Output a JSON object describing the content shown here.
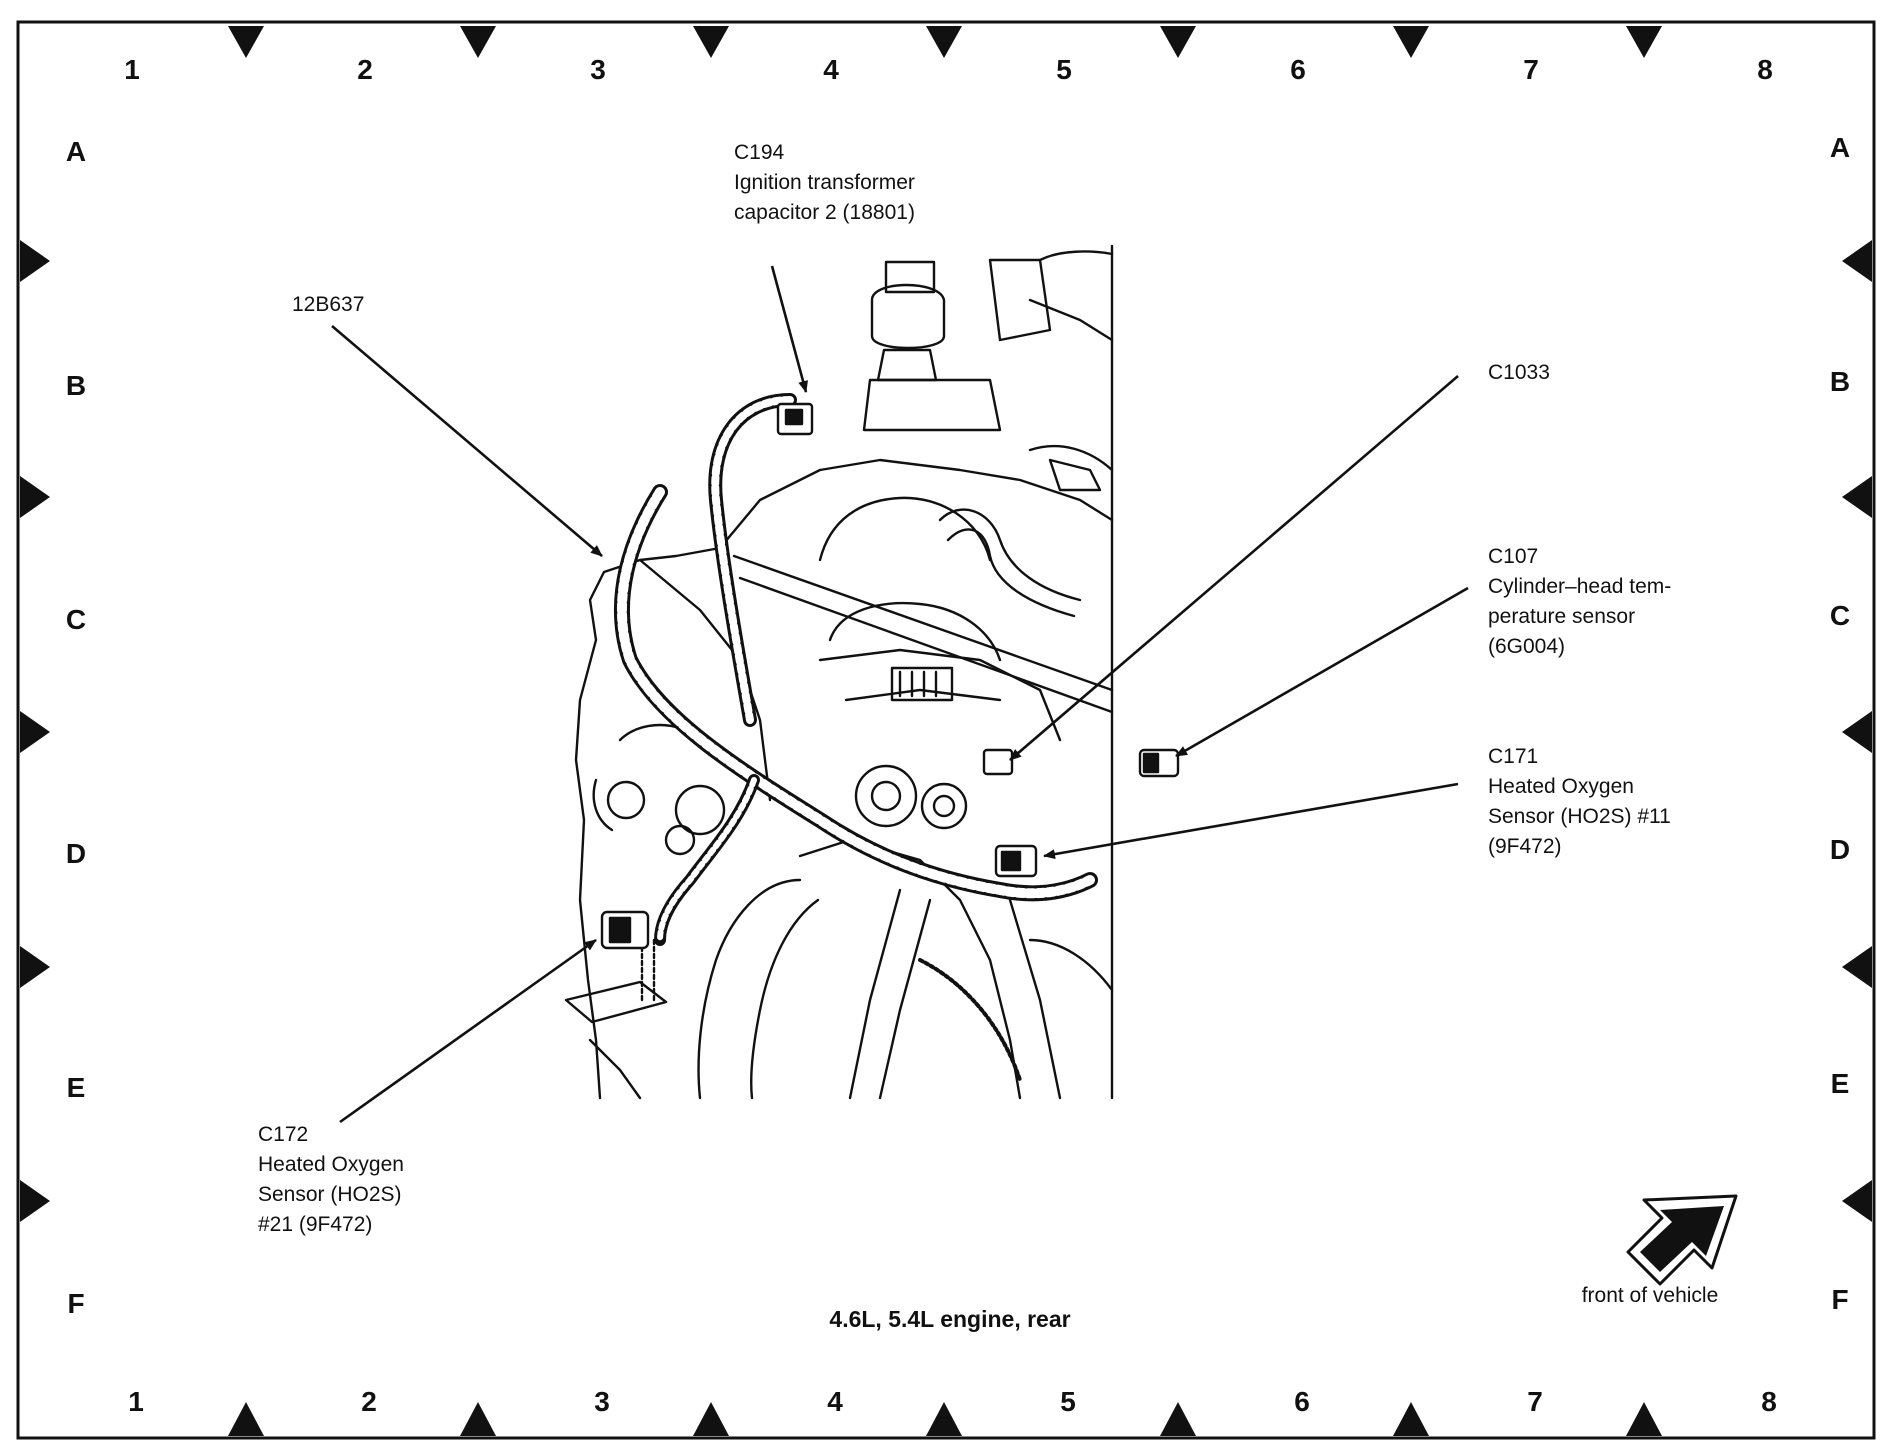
{
  "grid": {
    "columns": [
      "1",
      "2",
      "3",
      "4",
      "5",
      "6",
      "7",
      "8"
    ],
    "rows": [
      "A",
      "B",
      "C",
      "D",
      "E",
      "F"
    ]
  },
  "callouts": {
    "c194": {
      "lines": [
        "C194",
        "Ignition transformer",
        "capacitor 2 (18801)"
      ]
    },
    "harness": {
      "lines": [
        "12B637"
      ]
    },
    "c1033": {
      "lines": [
        "C1033"
      ]
    },
    "c107": {
      "lines": [
        "C107",
        "Cylinder–head tem-",
        "perature sensor",
        "(6G004)"
      ]
    },
    "c171": {
      "lines": [
        "C171",
        "Heated Oxygen",
        "Sensor (HO2S) #11",
        "(9F472)"
      ]
    },
    "c172": {
      "lines": [
        "C172",
        "Heated Oxygen",
        "Sensor (HO2S)",
        "#21 (9F472)"
      ]
    }
  },
  "caption": "4.6L, 5.4L engine, rear",
  "front_label": "front of vehicle",
  "colors": {
    "ink": "#111111",
    "paper": "#ffffff"
  }
}
